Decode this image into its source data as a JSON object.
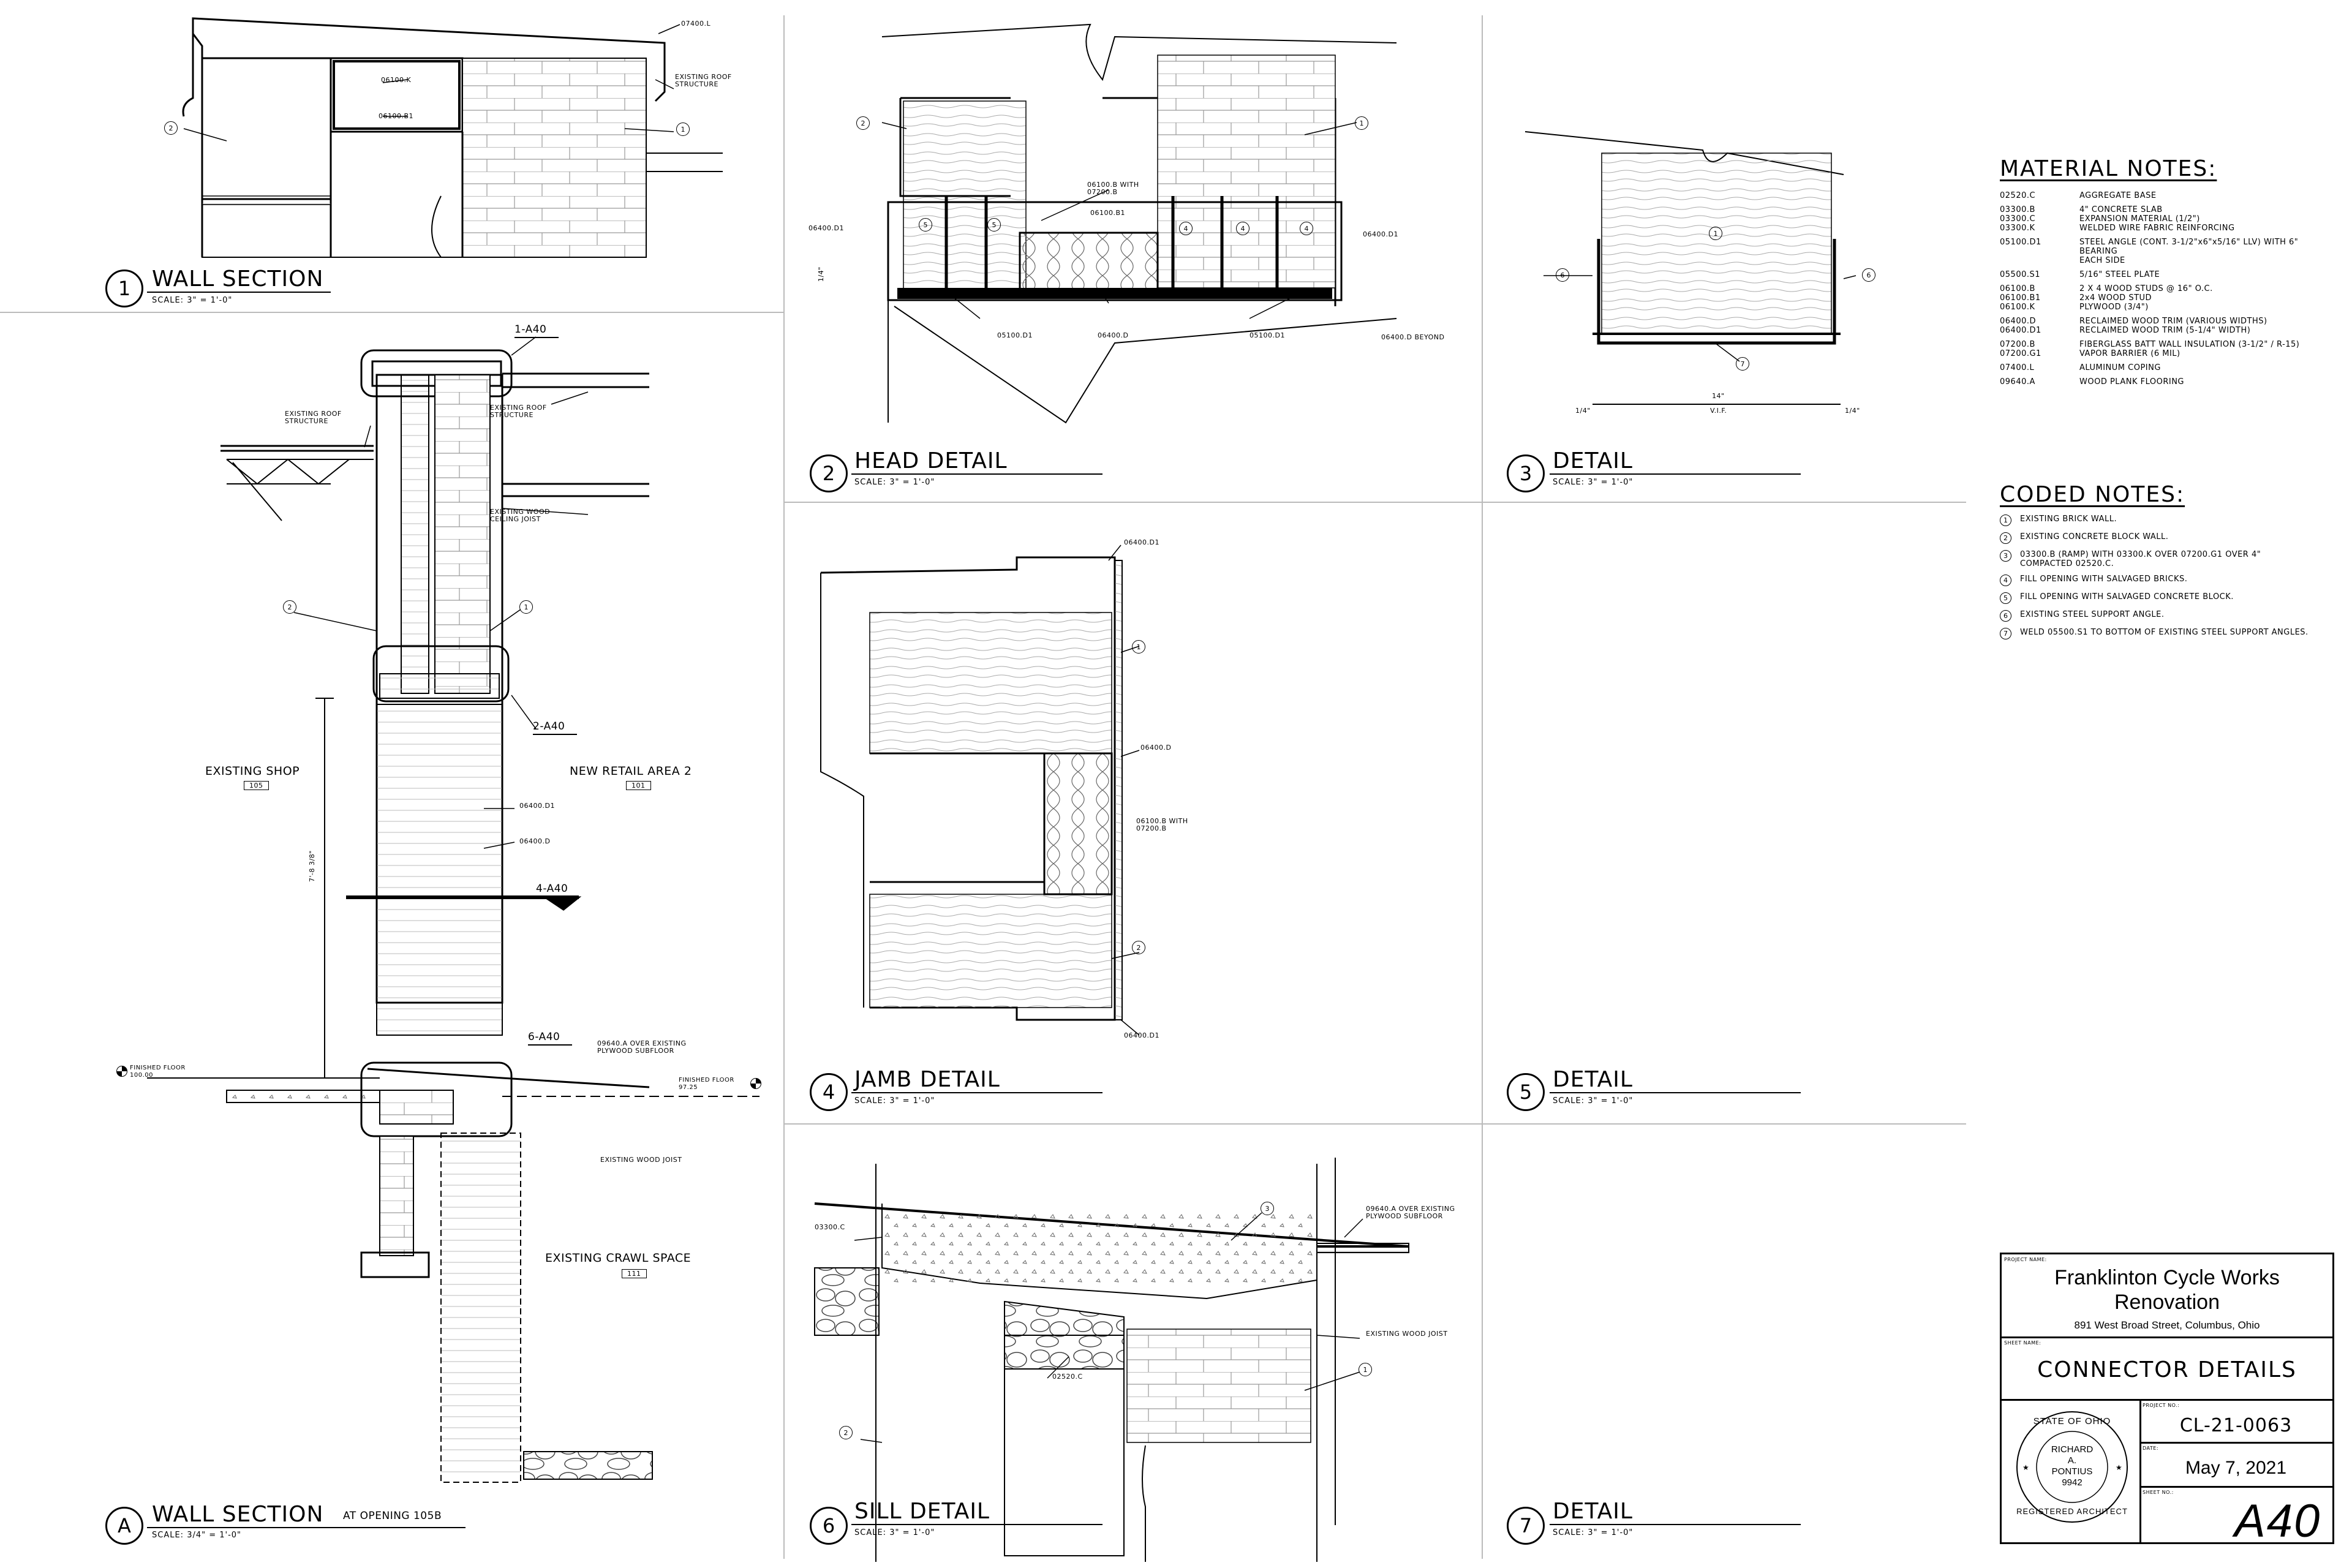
{
  "details": {
    "d1": {
      "num": "1",
      "title": "WALL SECTION",
      "scale": "SCALE: 3\" = 1'-0\""
    },
    "d2": {
      "num": "2",
      "title": "HEAD DETAIL",
      "scale": "SCALE: 3\" = 1'-0\""
    },
    "d3": {
      "num": "3",
      "title": "DETAIL",
      "scale": "SCALE: 3\" = 1'-0\""
    },
    "d4": {
      "num": "4",
      "title": "JAMB DETAIL",
      "scale": "SCALE: 3\" = 1'-0\""
    },
    "d5": {
      "num": "5",
      "title": "DETAIL",
      "scale": "SCALE: 3\" = 1'-0\""
    },
    "d6": {
      "num": "6",
      "title": "SILL DETAIL",
      "scale": "SCALE: 3\" = 1'-0\""
    },
    "d7": {
      "num": "7",
      "title": "DETAIL",
      "scale": "SCALE: 3\" = 1'-0\""
    },
    "dA": {
      "num": "A",
      "title": "WALL SECTION",
      "subtitle": "AT OPENING 105B",
      "scale": "SCALE: 3/4\" = 1'-0\""
    }
  },
  "labels": {
    "d1": {
      "l07400": "07400.L",
      "roof": [
        "EXISTING ROOF",
        "STRUCTURE"
      ],
      "l06100k": "06100.K",
      "l06100b1": "06100.B1",
      "c2": "2",
      "c1": "1"
    },
    "dA": {
      "ref1": "1-A40",
      "ref2": "2-A40",
      "ref4": "4-A40",
      "ref6": "6-A40",
      "roofL": [
        "EXISTING ROOF",
        "STRUCTURE"
      ],
      "roofR": [
        "EXISTING ROOF",
        "STRUCTURE"
      ],
      "ceiling": [
        "EXISTING WOOD",
        "CEILING JOIST"
      ],
      "c2": "2",
      "c1": "1",
      "shop": "EXISTING SHOP",
      "shopNum": "105",
      "retail": "NEW RETAIL AREA 2",
      "retailNum": "101",
      "l06400d1": "06400.D1",
      "l06400d": "06400.D",
      "dim": "7'-8 3/8\"",
      "floorL": [
        "FINISHED FLOOR",
        "100.00"
      ],
      "floorR": [
        "FINISHED FLOOR",
        "97.25"
      ],
      "plank": [
        "09640.A OVER EXISTING",
        "PLYWOOD SUBFLOOR"
      ],
      "joist": "EXISTING WOOD JOIST",
      "crawl": "EXISTING CRAWL SPACE",
      "crawlNum": "111"
    },
    "d2": {
      "c2": "2",
      "c1": "1",
      "c5": "5",
      "c4": "4",
      "l06400d1L": "06400.D1",
      "l06400d1R": "06400.D1",
      "stud": [
        "06100.B WITH",
        "07200.B"
      ],
      "l06100b1": "06100.B1",
      "dim": "1/4\"",
      "l05100L": "05100.D1",
      "l06400d": "06400.D",
      "l05100R": "05100.D1",
      "beyond": "06400.D BEYOND"
    },
    "d3": {
      "c1": "1",
      "c6": "6",
      "c7": "7",
      "dim": "14\"",
      "vif": "V.I.F.",
      "dimL": "1/4\"",
      "dimR": "1/4\""
    },
    "d4": {
      "top": "06400.D1",
      "c1": "1",
      "mid": "06400.D",
      "stud": [
        "06100.B WITH",
        "07200.B"
      ],
      "c2": "2",
      "bot": "06400.D1"
    },
    "d6": {
      "l03300c": "03300.C",
      "c3": "3",
      "plank": [
        "09640.A OVER EXISTING",
        "PLYWOOD SUBFLOOR"
      ],
      "joist": "EXISTING WOOD JOIST",
      "l02520": "02520.C",
      "c1": "1",
      "c2": "2"
    }
  },
  "material_notes": {
    "heading": "MATERIAL NOTES:",
    "items": [
      {
        "codes": [
          "02520.C"
        ],
        "text": [
          "AGGREGATE BASE"
        ]
      },
      {
        "codes": [
          "03300.B",
          "03300.C",
          "03300.K"
        ],
        "text": [
          "4\" CONCRETE SLAB",
          "EXPANSION MATERIAL (1/2\")",
          "WELDED WIRE FABRIC REINFORCING"
        ]
      },
      {
        "codes": [
          "05100.D1"
        ],
        "text": [
          "STEEL ANGLE (CONT. 3-1/2\"x6\"x5/16\" LLV) WITH 6\" BEARING",
          "EACH SIDE"
        ]
      },
      {
        "codes": [
          "05500.S1"
        ],
        "text": [
          "5/16\" STEEL PLATE"
        ]
      },
      {
        "codes": [
          "06100.B",
          "06100.B1",
          "06100.K"
        ],
        "text": [
          "2 X 4 WOOD STUDS @ 16\" O.C.",
          "2x4 WOOD STUD",
          "PLYWOOD (3/4\")"
        ]
      },
      {
        "codes": [
          "06400.D",
          "06400.D1"
        ],
        "text": [
          "RECLAIMED WOOD TRIM (VARIOUS WIDTHS)",
          "RECLAIMED WOOD TRIM (5-1/4\" WIDTH)"
        ]
      },
      {
        "codes": [
          "07200.B",
          "07200.G1"
        ],
        "text": [
          "FIBERGLASS BATT WALL INSULATION (3-1/2\" / R-15)",
          "VAPOR BARRIER (6 MIL)"
        ]
      },
      {
        "codes": [
          "07400.L"
        ],
        "text": [
          "ALUMINUM COPING"
        ]
      },
      {
        "codes": [
          "09640.A"
        ],
        "text": [
          "WOOD PLANK FLOORING"
        ]
      }
    ]
  },
  "coded_notes": {
    "heading": "CODED NOTES:",
    "items": [
      {
        "num": "1",
        "text": [
          "EXISTING BRICK WALL."
        ]
      },
      {
        "num": "2",
        "text": [
          "EXISTING CONCRETE BLOCK WALL."
        ]
      },
      {
        "num": "3",
        "text": [
          "03300.B (RAMP) WITH 03300.K OVER 07200.G1 OVER 4\"",
          "COMPACTED 02520.C."
        ]
      },
      {
        "num": "4",
        "text": [
          "FILL OPENING WITH SALVAGED BRICKS."
        ]
      },
      {
        "num": "5",
        "text": [
          "FILL OPENING WITH SALVAGED CONCRETE BLOCK."
        ]
      },
      {
        "num": "6",
        "text": [
          "EXISTING STEEL SUPPORT ANGLE."
        ]
      },
      {
        "num": "7",
        "text": [
          "WELD 05500.S1 TO BOTTOM OF EXISTING STEEL SUPPORT ANGLES."
        ]
      }
    ]
  },
  "title_block": {
    "project_label": "PROJECT NAME:",
    "project_name": [
      "Franklinton Cycle Works",
      "Renovation"
    ],
    "address": "891 West Broad Street, Columbus, Ohio",
    "sheet_name_label": "SHEET NAME:",
    "sheet_name": "CONNECTOR DETAILS",
    "project_no_label": "PROJECT NO.:",
    "project_no": "CL-21-0063",
    "date_label": "DATE:",
    "date": "May 7, 2021",
    "sheet_no_label": "SHEET NO.:",
    "sheet_no": "A40",
    "seal": {
      "top": "STATE OF OHIO",
      "name": [
        "RICHARD",
        "A.",
        "PONTIUS"
      ],
      "number": "9942",
      "bottom": "REGISTERED ARCHITECT"
    }
  }
}
